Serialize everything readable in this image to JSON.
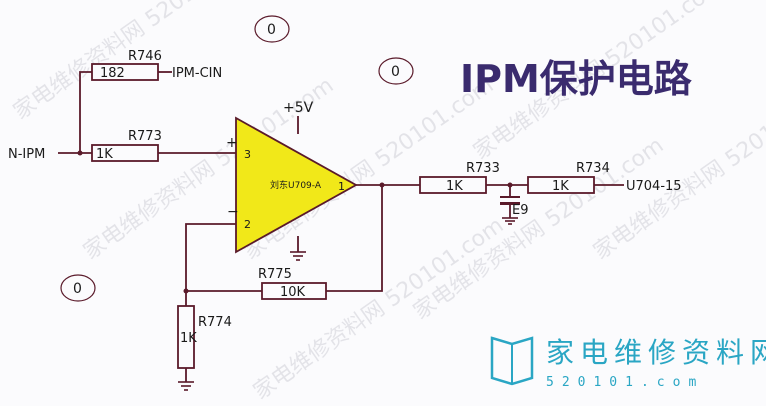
{
  "title": "IPM保护电路",
  "colors": {
    "wire": "#5a1a2a",
    "opamp_fill": "#f1e819",
    "title": "#3a2b6e",
    "brand": "#2aa6c4"
  },
  "markers": [
    "0",
    "0",
    "0"
  ],
  "components": {
    "r746": {
      "ref": "R746",
      "value": "182"
    },
    "r773": {
      "ref": "R773",
      "value": "1K"
    },
    "r775": {
      "ref": "R775",
      "value": "10K"
    },
    "r774": {
      "ref": "R774",
      "value": "1K"
    },
    "r733": {
      "ref": "R733",
      "value": "1K"
    },
    "r734": {
      "ref": "R734",
      "value": "1K"
    },
    "e9": {
      "ref": "E9"
    },
    "opamp": {
      "label": "刘东U709-A",
      "pin_plus": "3",
      "pin_minus": "2",
      "pin_out": "1",
      "plus_sign": "+",
      "minus_sign": "−"
    }
  },
  "nets": {
    "ipm_cin": "IPM-CIN",
    "n_ipm": "N-IPM",
    "vcc": "+5V",
    "output": "U704-15"
  },
  "watermark": {
    "text": "家电维修资料网 520101.com",
    "brand_cn": "家电维修资料网",
    "brand_num": "520101.com"
  }
}
